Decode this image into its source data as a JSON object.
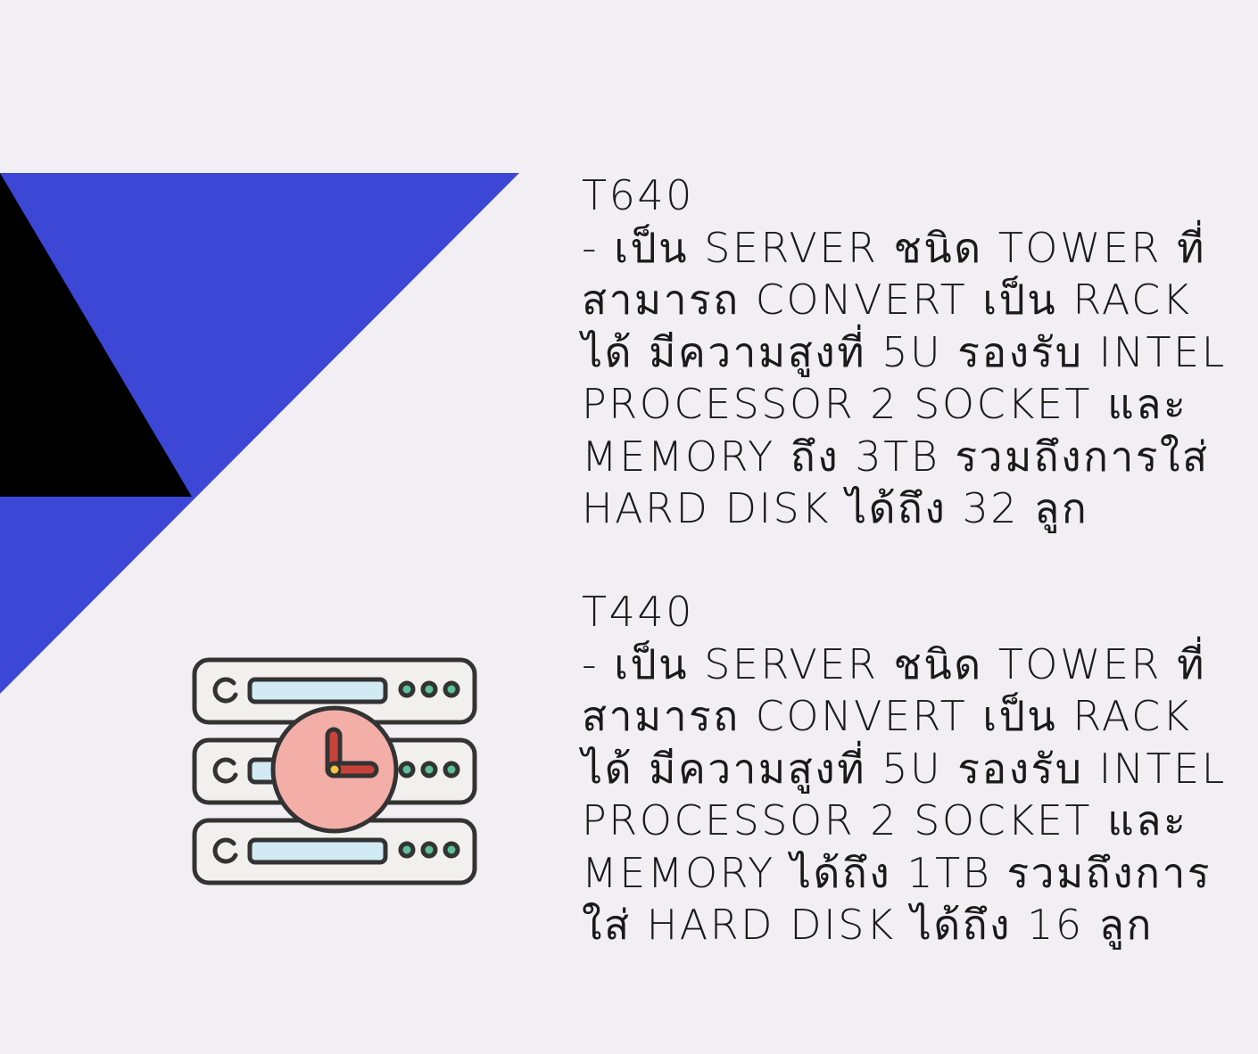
{
  "background_color": "#f1eff4",
  "accent_colors": {
    "blue_shape": "#3c47d6",
    "black_shape": "#000000",
    "icon_outline": "#333333",
    "icon_clock_face": "#f2aea7",
    "icon_slot": "#d2eaf4",
    "icon_led": "#5cbf9e"
  },
  "illustration": {
    "icon_name": "server-clock-icon"
  },
  "products": [
    {
      "model": "T640",
      "lines": [
        "- เป็น SERVER ชนิด TOWER ที่",
        "สามารถ CONVERT เป็น RACK",
        "ได้ มีความสูงที่ 5U รองรับ INTEL",
        "PROCESSOR 2 SOCKET และ",
        "MEMORY ถึง 3TB รวมถึงการใส่",
        "HARD DISK ได้ถึง 32 ลูก"
      ]
    },
    {
      "model": "T440",
      "lines": [
        "- เป็น SERVER ชนิด TOWER ที่",
        "สามารถ CONVERT เป็น RACK",
        "ได้ มีความสูงที่ 5U รองรับ INTEL",
        "PROCESSOR 2 SOCKET และ",
        "MEMORY ได้ถึง 1TB รวมถึงการ",
        "ใส่ HARD DISK ได้ถึง 16 ลูก"
      ]
    }
  ]
}
